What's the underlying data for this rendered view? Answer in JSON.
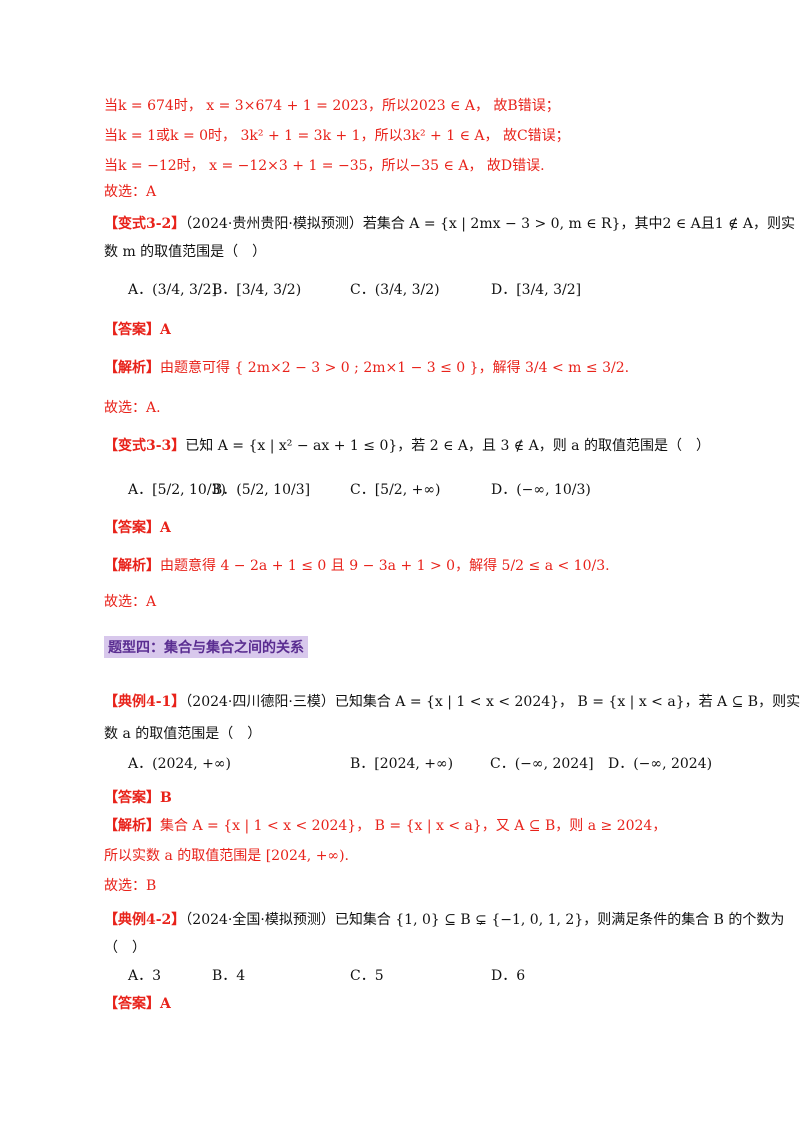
{
  "lines": {
    "l1": "当k = 674时， x = 3×674 + 1 = 2023，所以2023 ∈ A， 故B错误；",
    "l2": "当k = 1或k = 0时， 3k² + 1 = 3k + 1，所以3k² + 1 ∈ A， 故C错误；",
    "l3": "当k = −12时， x = −12×3 + 1 = −35，所以−35 ∈ A， 故D错误.",
    "l4": "故选：A"
  },
  "q32": {
    "tag": "【变式3-2】",
    "text1": "（2024·贵州贵阳·模拟预测）若集合 A = {x | 2mx − 3 > 0, m ∈ R}，其中2 ∈ A且1 ∉ A，则实",
    "text2": "数 m 的取值范围是（　）",
    "optA": "A．(3/4, 3/2]",
    "optB": "B．[3/4, 3/2)",
    "optC": "C．(3/4, 3/2)",
    "optD": "D．[3/4, 3/2]",
    "answer_tag": "【答案】A",
    "analysis_tag": "【解析】",
    "analysis": "由题意可得 { 2m×2 − 3 > 0 ; 2m×1 − 3 ≤ 0 }，解得 3/4 < m ≤ 3/2.",
    "choose": "故选：A."
  },
  "q33": {
    "tag": "【变式3-3】",
    "text1": "已知 A = {x | x² − ax + 1 ≤ 0}，若 2 ∈ A，且 3 ∉ A，则 a 的取值范围是（　）",
    "optA": "A．[5/2, 10/3)",
    "optB": "B．(5/2, 10/3]",
    "optC": "C．[5/2, +∞)",
    "optD": "D．(−∞, 10/3)",
    "answer_tag": "【答案】A",
    "analysis_tag": "【解析】",
    "analysis": "由题意得 4 − 2a + 1 ≤ 0 且 9 − 3a + 1 > 0，解得 5/2 ≤ a < 10/3.",
    "choose": "故选：A"
  },
  "section": {
    "title": "题型四：集合与集合之间的关系"
  },
  "q41": {
    "tag": "【典例4-1】",
    "text1": "（2024·四川德阳·三模）已知集合 A = {x | 1 < x < 2024}， B = {x | x < a}，若 A ⊆ B，则实",
    "text2": "数 a 的取值范围是（　）",
    "optA": "A．(2024, +∞)",
    "optB": "B．[2024, +∞)",
    "optC": "C．(−∞, 2024]",
    "optD": "D．(−∞, 2024)",
    "answer_tag": "【答案】B",
    "analysis_tag": "【解析】",
    "analysis": "集合 A = {x | 1 < x < 2024}， B = {x | x < a}，又 A ⊆ B，则 a ≥ 2024，",
    "analysis2": "所以实数 a 的取值范围是 [2024, +∞).",
    "choose": "故选：B"
  },
  "q42": {
    "tag": "【典例4-2】",
    "text1": "（2024·全国·模拟预测）已知集合 {1, 0} ⊆ B ⊊ {−1, 0, 1, 2}，则满足条件的集合 B 的个数为",
    "text2": "（　）",
    "optA": "A．3",
    "optB": "B．4",
    "optC": "C．5",
    "optD": "D．6",
    "answer_tag": "【答案】A"
  }
}
